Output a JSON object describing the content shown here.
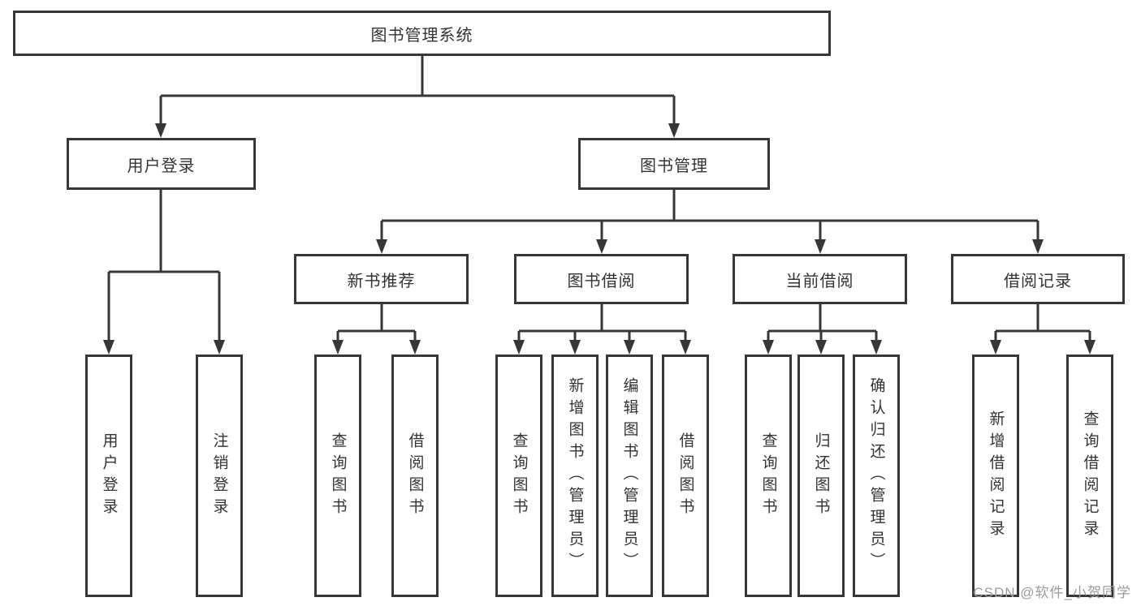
{
  "tree": {
    "root": "图书管理系统",
    "children": [
      {
        "label": "用户登录",
        "children": [
          "用户登录",
          "注销登录"
        ]
      },
      {
        "label": "图书管理",
        "children": [
          {
            "label": "新书推荐",
            "children": [
              "查询图书",
              "借阅图书"
            ]
          },
          {
            "label": "图书借阅",
            "children": [
              "查询图书",
              "新增图书（管理员）",
              "编辑图书（管理员）",
              "借阅图书"
            ]
          },
          {
            "label": "当前借阅",
            "children": [
              "查询图书",
              "归还图书",
              "确认归还（管理员）"
            ]
          },
          {
            "label": "借阅记录",
            "children": [
              "新增借阅记录",
              "查询借阅记录"
            ]
          }
        ]
      }
    ]
  },
  "watermark": {
    "text": "CSDN @软件_小贺同学"
  },
  "colors": {
    "line": "#373737",
    "box_border": "#373737",
    "text": "#333333",
    "watermark": "#9b9b9b",
    "background": "#ffffff"
  }
}
